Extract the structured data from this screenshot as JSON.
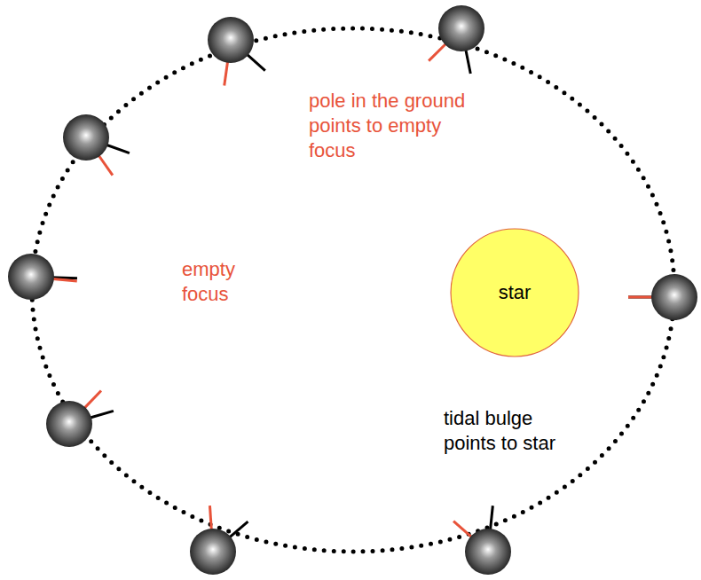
{
  "diagram": {
    "nodes": [
      {
        "text": [
          "star"
        ]
      }
    ],
    "labels": [
      "pole in the ground points to empty focus",
      "empty focus",
      "tidal bulge points to star"
    ]
  }
}
